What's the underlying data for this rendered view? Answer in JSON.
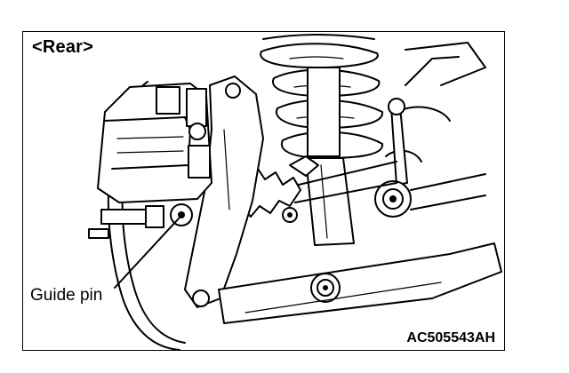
{
  "figure": {
    "title": "<Rear>",
    "callout_label": "Guide pin",
    "figure_code": "AC505543AH"
  }
}
